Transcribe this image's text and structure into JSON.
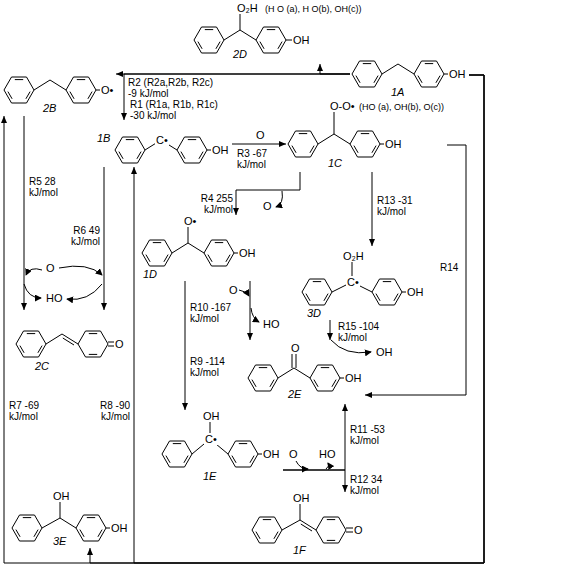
{
  "diagram": {
    "nodes": [
      {
        "text": [
          "O₂H",
          "(H O (a), H O(b), OH(c))",
          "OH",
          "2D"
        ]
      },
      {
        "text": [
          "O•",
          "2B"
        ]
      },
      {
        "text": [
          "OH",
          "1A"
        ]
      },
      {
        "text": [
          "C•",
          "OH",
          "1B"
        ]
      },
      {
        "text": [
          "O-O•",
          "(HO (a), OH(b), O(c))",
          "OH",
          "1C"
        ]
      },
      {
        "text": [
          "O•",
          "OH",
          "1D"
        ]
      },
      {
        "text": [
          "O₂H",
          "C•",
          "OH",
          "3D"
        ]
      },
      {
        "text": [
          "O",
          "2C"
        ]
      },
      {
        "text": [
          "O",
          "OH",
          "2E"
        ]
      },
      {
        "text": [
          "OH",
          "C•",
          "OH",
          "1E"
        ]
      },
      {
        "text": [
          "OH",
          "O",
          "1F"
        ]
      },
      {
        "text": [
          "OH",
          "OH",
          "3E"
        ]
      }
    ],
    "edges": [
      {
        "from": 2,
        "to": 1,
        "arrow": "to",
        "label": "R2 (R2a,R2b, R2c) -9 kJ/mol"
      },
      {
        "from": 2,
        "to": 0,
        "arrow": "to"
      },
      {
        "from": 2,
        "to": 3,
        "arrow": "to",
        "label": "R1 (R1a, R1b, R1c) -30 kJ/mol"
      },
      {
        "from": 3,
        "to": 4,
        "arrow": "to",
        "label": "R3 -67 kJ/mol"
      },
      {
        "from": 4,
        "to": 5,
        "arrow": "to",
        "label": "R4 255 kJ/mol"
      },
      {
        "from": 4,
        "to": 6,
        "arrow": "to",
        "label": "R13 -31 kJ/mol"
      },
      {
        "from": 4,
        "to": 8,
        "arrow": "to",
        "label": "R14"
      },
      {
        "from": 6,
        "to": 8,
        "arrow": "to",
        "label": "R15 -104 kJ/mol"
      },
      {
        "from": 5,
        "to": 8,
        "arrow": "to",
        "label": "R10 -167 kJ/mol"
      },
      {
        "from": 5,
        "to": 9,
        "arrow": "to",
        "label": "R9 -114 kJ/mol"
      },
      {
        "from": 9,
        "to": 8,
        "arrow": "to",
        "label": "R11 -53 kJ/mol"
      },
      {
        "from": 9,
        "to": 10,
        "arrow": "to",
        "label": "R12 34 kJ/mol"
      },
      {
        "from": 1,
        "to": 7,
        "arrow": "to",
        "label": "R5 28 kJ/mol"
      },
      {
        "from": 3,
        "to": 7,
        "arrow": "to",
        "label": "R6 49 kJ/mol"
      },
      {
        "from": 2,
        "to": 1,
        "arrow": "to",
        "label": "R7 -69 kJ/mol"
      },
      {
        "from": 2,
        "to": 3,
        "arrow": "to",
        "label": "R8 -90 kJ/mol"
      },
      {
        "from": 2,
        "to": 11,
        "arrow": "to"
      }
    ],
    "labels": [
      "O",
      "O",
      "O",
      "HO",
      "O",
      "HO",
      "OH",
      "O",
      "HO"
    ]
  }
}
